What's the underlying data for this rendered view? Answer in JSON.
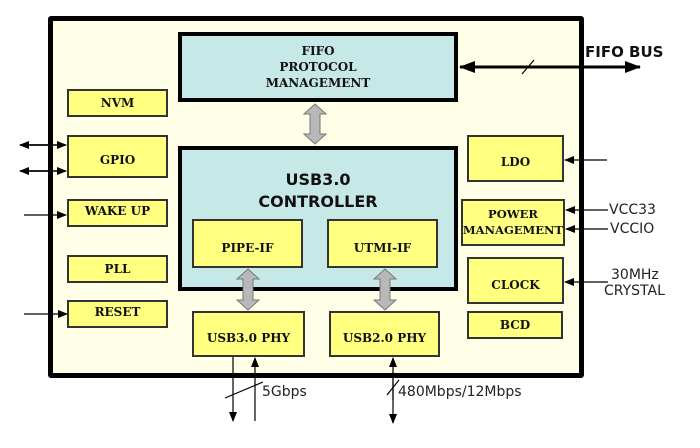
{
  "diagram": {
    "fifo_block": [
      "FIFO",
      "PROTOCOL",
      "MANAGEMENT"
    ],
    "controller": {
      "title_line1": "USB3.0",
      "title_line2": "CONTROLLER",
      "pipe_if": "PIPE-IF",
      "utmi_if": "UTMI-IF"
    },
    "phys": {
      "usb3": "USB3.0 PHY",
      "usb2": "USB2.0 PHY"
    },
    "left_blocks": {
      "nvm": "NVM",
      "gpio": "GPIO",
      "wakeup": "WAKE UP",
      "pll": "PLL",
      "reset": "RESET"
    },
    "right_blocks": {
      "ldo": "LDO",
      "power_line1": "POWER",
      "power_line2": "MANAGEMENT",
      "clock": "CLOCK",
      "bcd": "BCD"
    },
    "external_labels": {
      "fifo_bus": "FIFO BUS",
      "vcc33": "VCC33",
      "vccio": "VCCIO",
      "crystal_line1": "30MHz",
      "crystal_line2": "CRYSTAL",
      "usb3_speed": "5Gbps",
      "usb2_speed": "480Mbps/12Mbps"
    },
    "colors": {
      "frame_fill": "#fffee6",
      "yellow_block": "#ffff80",
      "cyan_block": "#c6e8e6",
      "gray_arrow": "#b8b8b8"
    }
  }
}
